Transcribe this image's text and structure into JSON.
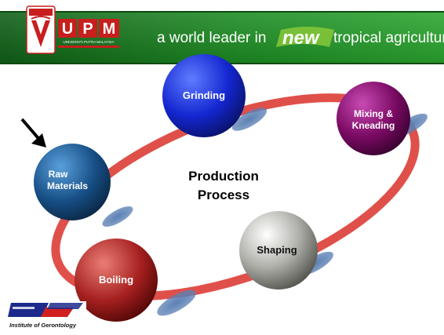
{
  "header": {
    "logo_text": "UPM",
    "logo_subtext": "UNIVERSITI PUTRA MALAYSIA",
    "tagline_before": "a world leader in",
    "tagline_new": "new",
    "tagline_after": "tropical agriculture",
    "bg_color": "#1c8d22",
    "tagline_color": "#ffffff"
  },
  "diagram": {
    "center_label_line1": "Production",
    "center_label_line2": "Process",
    "ring_color": "#e0504a",
    "steps": [
      {
        "label": "Grinding",
        "color": "#1426d0"
      },
      {
        "label": "Mixing &",
        "label2": "Kneading",
        "color": "#7a0a63"
      },
      {
        "label": "Shaping",
        "color": "#8a8a86"
      },
      {
        "label": "Boiling",
        "color": "#a5201f"
      },
      {
        "label": "Raw",
        "label2": "Materials",
        "color": "#174f86"
      }
    ],
    "arrow_icon": "arrow-down-right-icon"
  },
  "footer": {
    "institute_name": "Institute of Gerontology"
  }
}
